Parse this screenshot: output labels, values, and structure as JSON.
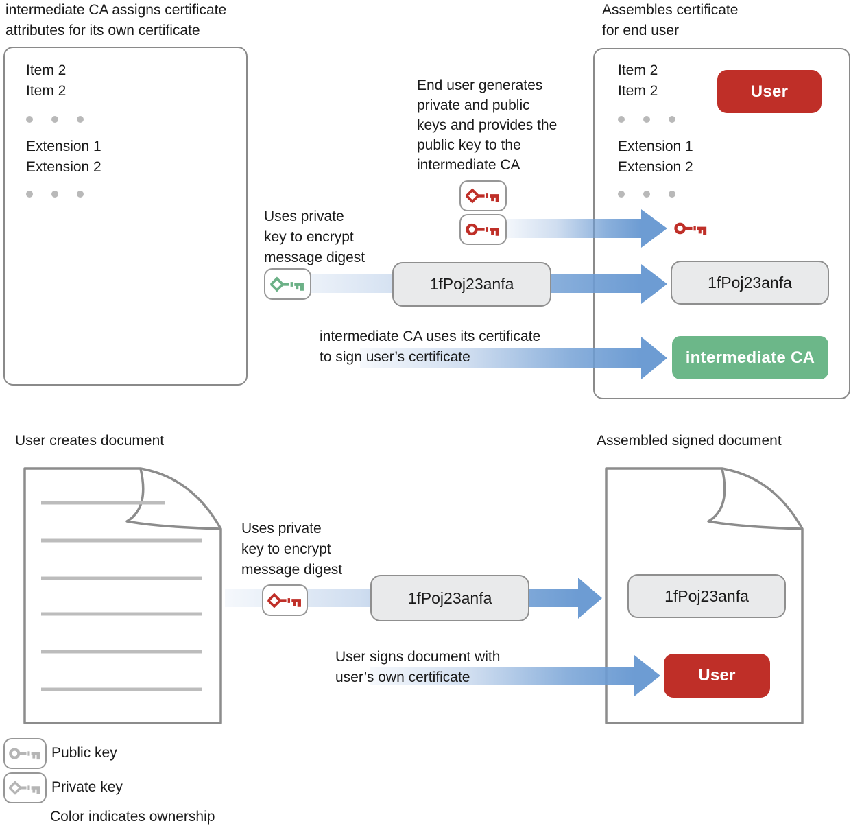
{
  "colors": {
    "accent_red": "#bf2f28",
    "accent_green": "#6cb789",
    "key_green": "#6cb187",
    "arrow_blue": "#6d9cd3",
    "gray_box_fill": "#e9eaeb",
    "border_gray": "#8a8a8a",
    "dot_gray": "#b9b9b9",
    "legend_key_gray": "#b5b5b5"
  },
  "top_left_cert": {
    "title_lines": [
      "intermediate CA assigns certificate",
      "attributes for its own certificate"
    ],
    "items": [
      "Item 2",
      "Item 2"
    ],
    "extensions": [
      "Extension 1",
      "Extension 2"
    ]
  },
  "top_right_cert": {
    "title_lines": [
      "Assembles certificate",
      "for end user"
    ],
    "items": [
      "Item 2",
      "Item 2"
    ],
    "extensions": [
      "Extension 1",
      "Extension 2"
    ],
    "user_badge_label": "User",
    "digest_value": "1fPoj23anfa",
    "ca_badge_label": "intermediate CA"
  },
  "annotations": {
    "end_user_lines": [
      "End user generates",
      "private and public",
      "keys and provides the",
      "public key to the",
      "intermediate CA"
    ],
    "uses_private_top_lines": [
      "Uses private",
      "key to encrypt",
      "message digest"
    ],
    "sign_cert_lines": [
      "intermediate CA uses its certificate",
      "to sign user’s certificate"
    ],
    "uses_private_bottom_lines": [
      "Uses private",
      "key to encrypt",
      "message digest"
    ],
    "sign_doc_lines": [
      "User signs document with",
      "user’s own certificate"
    ]
  },
  "digest_boxes": {
    "top_middle": "1fPoj23anfa",
    "bottom_middle": "1fPoj23anfa"
  },
  "bottom_left_doc": {
    "title": "User creates document"
  },
  "bottom_right_doc": {
    "title": "Assembled signed document",
    "digest_value": "1fPoj23anfa",
    "user_badge_label": "User"
  },
  "legend": {
    "public_key_label": "Public key",
    "private_key_label": "Private key",
    "ownership_note": "Color indicates ownership"
  }
}
